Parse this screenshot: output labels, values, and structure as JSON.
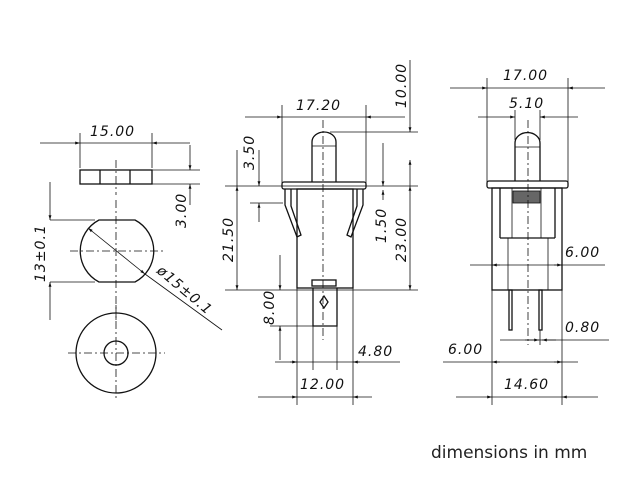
{
  "caption": "dimensions in mm",
  "washer_view": {
    "width": "15.00",
    "thickness": "3.00",
    "flat_height": "13±0.1",
    "diameter": "ø15±0.1"
  },
  "side_view": {
    "width": "17.20",
    "top": "10.00",
    "plunger": "3.50",
    "height": "21.50",
    "clip": "1.50",
    "total": "23.00",
    "terminal": "8.00",
    "tab": "4.80",
    "body": "12.00"
  },
  "front_view": {
    "width": "17.00",
    "plunger": "5.10",
    "body_inner": "6.00",
    "pin": "0.80",
    "pin_pitch": "6.00",
    "body": "14.60"
  }
}
